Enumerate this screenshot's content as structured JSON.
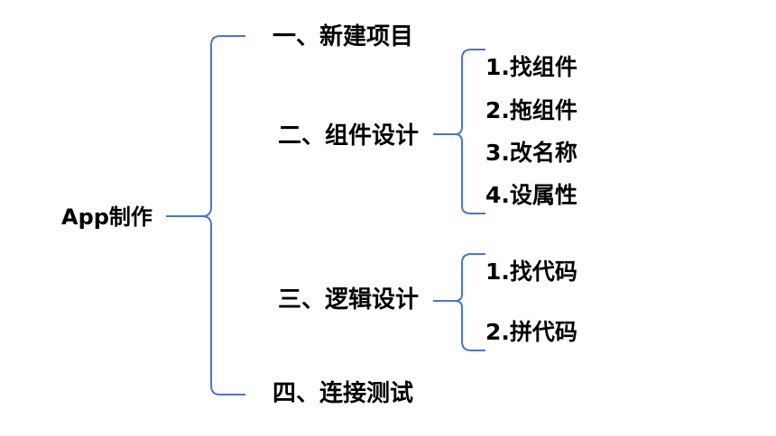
{
  "root": {
    "label": "App制作"
  },
  "branches": [
    {
      "label": "一、新建项目",
      "children": []
    },
    {
      "label": "二、组件设计",
      "children": [
        "1.找组件",
        "2.拖组件",
        "3.改名称",
        "4.设属性"
      ]
    },
    {
      "label": "三、逻辑设计",
      "children": [
        "1.找代码",
        "2.拼代码"
      ]
    },
    {
      "label": "四、连接测试",
      "children": []
    }
  ],
  "colors": {
    "bracket": "#4a76c6",
    "text": "#000000",
    "background": "#ffffff"
  }
}
